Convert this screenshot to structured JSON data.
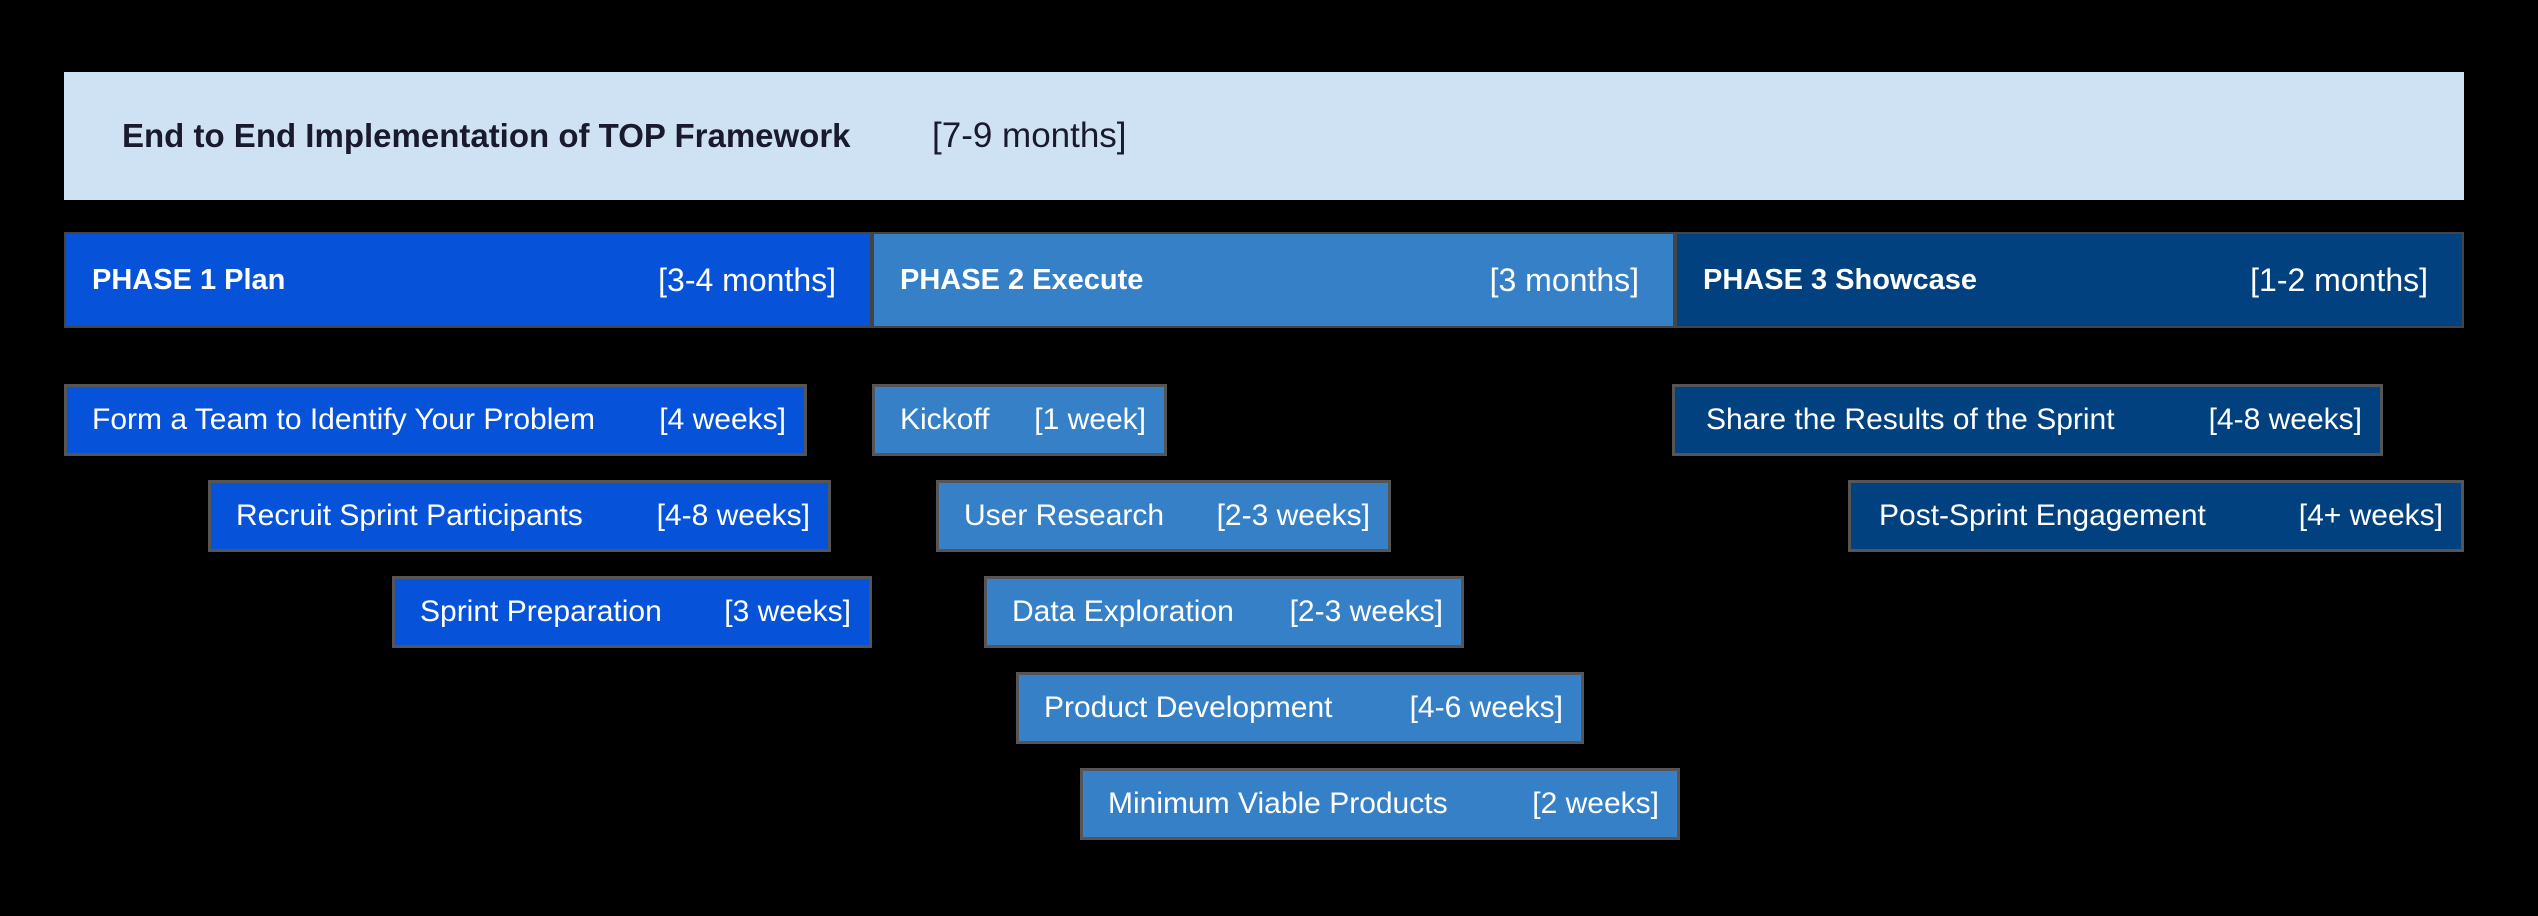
{
  "header": {
    "title": "End to End Implementation of TOP Framework",
    "duration": "[7-9 months]"
  },
  "colors": {
    "header_bg": "#cfe2f3",
    "phase1": "#0653d9",
    "phase2": "#3580c7",
    "phase3": "#02417f",
    "background": "#000000"
  },
  "phases": [
    {
      "label": "PHASE 1  Plan",
      "duration": "[3-4 months]"
    },
    {
      "label": "PHASE 2  Execute",
      "duration": "[3 months]"
    },
    {
      "label": "PHASE 3  Showcase",
      "duration": "[1-2 months]"
    }
  ],
  "tasks": [
    {
      "label": "Form a Team to Identify Your Problem",
      "duration": "[4 weeks]",
      "phase": 1
    },
    {
      "label": "Recruit Sprint Participants",
      "duration": "[4-8 weeks]",
      "phase": 1
    },
    {
      "label": "Sprint Preparation",
      "duration": "[3 weeks]",
      "phase": 1
    },
    {
      "label": "Kickoff",
      "duration": "[1 week]",
      "phase": 2
    },
    {
      "label": "User Research",
      "duration": "[2-3 weeks]",
      "phase": 2
    },
    {
      "label": "Data Exploration",
      "duration": "[2-3 weeks]",
      "phase": 2
    },
    {
      "label": "Product Development",
      "duration": "[4-6 weeks]",
      "phase": 2
    },
    {
      "label": "Minimum Viable Products",
      "duration": "[2 weeks]",
      "phase": 2
    },
    {
      "label": "Share the Results of the Sprint",
      "duration": "[4-8 weeks]",
      "phase": 3
    },
    {
      "label": "Post-Sprint Engagement",
      "duration": "[4+ weeks]",
      "phase": 3
    }
  ]
}
